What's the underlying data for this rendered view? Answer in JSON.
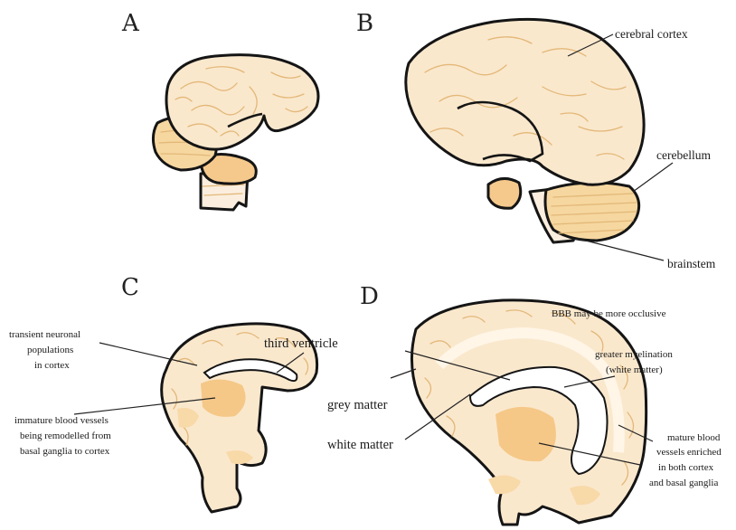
{
  "panels": {
    "a": {
      "letter": "A"
    },
    "b": {
      "letter": "B",
      "labels": {
        "cerebral_cortex": "cerebral cortex",
        "cerebellum": "cerebellum",
        "brainstem": "brainstem"
      }
    },
    "c": {
      "letter": "C",
      "labels": {
        "transient_line1": "transient neuronal",
        "transient_line2": "populations",
        "transient_line3": "in cortex",
        "third_ventricle": "third ventricle",
        "immature_line1": "immature blood vessels",
        "immature_line2": "being remodelled from",
        "immature_line3": "basal ganglia to cortex"
      }
    },
    "d": {
      "letter": "D",
      "labels": {
        "bbb": "BBB may be more occlusive",
        "myelination_line1": "greater myelination",
        "myelination_line2": "(white matter)",
        "grey_matter": "grey matter",
        "white_matter": "white matter",
        "mature_line1": "mature blood",
        "mature_line2": "vessels enriched",
        "mature_line3": "in both cortex",
        "mature_line4": "and basal ganglia"
      }
    }
  },
  "colors": {
    "cortex": "#fae8cd",
    "cortex_dark": "#f8dcae",
    "cerebellum": "#f6d7a0",
    "basal_ganglia": "#f5c888",
    "outline": "#151515"
  }
}
